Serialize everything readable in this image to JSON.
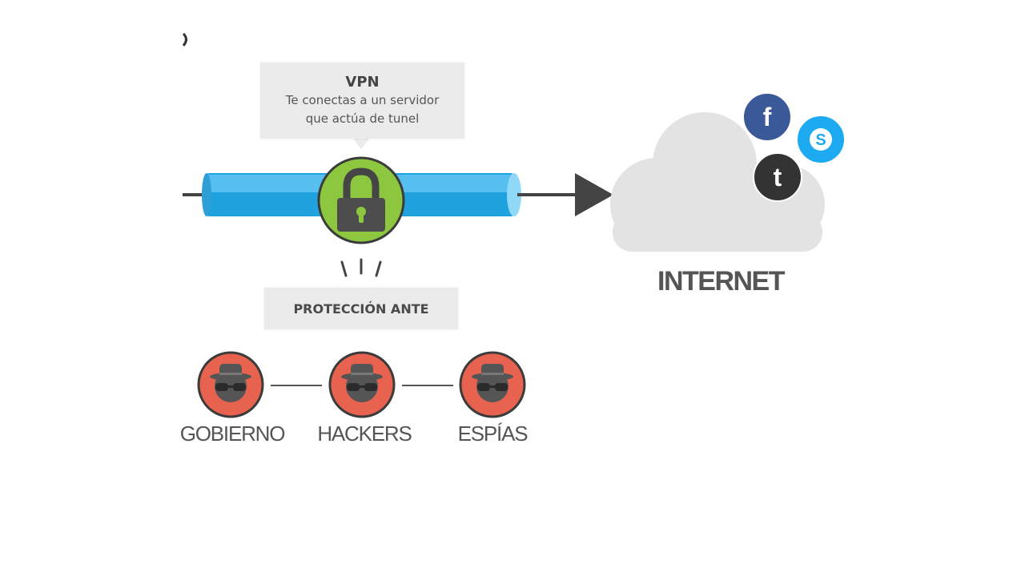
{
  "vpn_callout": {
    "title": "VPN",
    "line1": "Te conectas a un servidor",
    "line2": "que actúa de tunel"
  },
  "protection": {
    "label": "PROTECCIÓN ANTE"
  },
  "internet": {
    "label": "INTERNET",
    "services": [
      {
        "name": "Facebook",
        "icon": "facebook-icon",
        "glyph": "f",
        "color": "#3b5998"
      },
      {
        "name": "Skype",
        "icon": "skype-icon",
        "glyph": "S",
        "color": "#1eaaf1"
      },
      {
        "name": "Twitter",
        "icon": "twitter-icon",
        "glyph": "t",
        "color": "#333333"
      }
    ]
  },
  "threats": [
    {
      "label": "GOBIERNO"
    },
    {
      "label": "HACKERS"
    },
    {
      "label": "ESPÍAS"
    }
  ],
  "colors": {
    "tunnel": "#29aae1",
    "lock_circle": "#8dc63f",
    "threat_circle": "#e8634f",
    "cloud": "#e3e3e3",
    "arrow": "#444444"
  }
}
